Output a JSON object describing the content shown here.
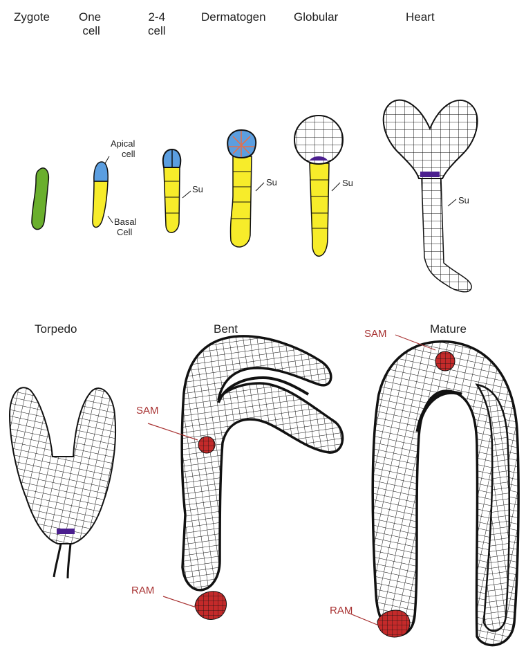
{
  "stage_titles": {
    "zygote": "Zygote",
    "one_cell_line1": "One",
    "one_cell_line2": "cell",
    "two_four_cell_line1": "2-4",
    "two_four_cell_line2": "cell",
    "dermatogen": "Dermatogen",
    "globular": "Globular",
    "heart": "Heart",
    "torpedo": "Torpedo",
    "bent": "Bent",
    "mature": "Mature"
  },
  "cell_labels": {
    "apical_line1": "Apical",
    "apical_line2": "cell",
    "basal_line1": "Basal",
    "basal_line2": "Cell",
    "suspensor": "Su"
  },
  "meristem_labels": {
    "sam": "SAM",
    "ram": "RAM"
  },
  "colors": {
    "zygote_green": "#6aaf2d",
    "apical_blue": "#5b9ee0",
    "basal_yellow": "#f7ec2a",
    "dermatogen_red_walls": "#e07050",
    "stem_purple": "#4b1f8f",
    "meristem_red": "#c42a2a",
    "meristem_label_red": "#a83232",
    "outline": "#111111"
  }
}
